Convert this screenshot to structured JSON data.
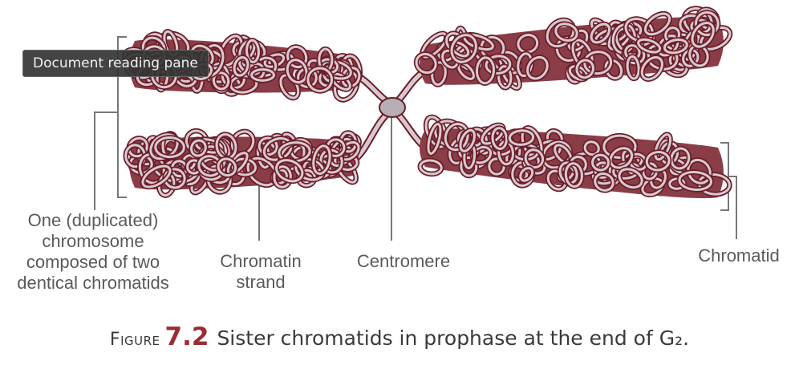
{
  "tooltip": {
    "text": "Document reading pane"
  },
  "figure": {
    "labels": {
      "duplicated_chromosome": [
        "One (duplicated)",
        "chromosome",
        "composed of two",
        "dentical chromatids"
      ],
      "chromatin_strand": [
        "Chromatin",
        "strand"
      ],
      "centromere": "Centromere",
      "chromatid": "Chromatid"
    },
    "colors": {
      "chromatin_outline": "#6b1d27",
      "chromatin_fill": "#d8c9d1",
      "centromere": "#b8aeb6",
      "leader_lines": "#777777",
      "caption_number": "#9b2c34"
    }
  },
  "caption": {
    "figure_word": "Figure",
    "figure_number": "7.2",
    "text": "Sister chromatids in prophase at the end of G₂."
  }
}
